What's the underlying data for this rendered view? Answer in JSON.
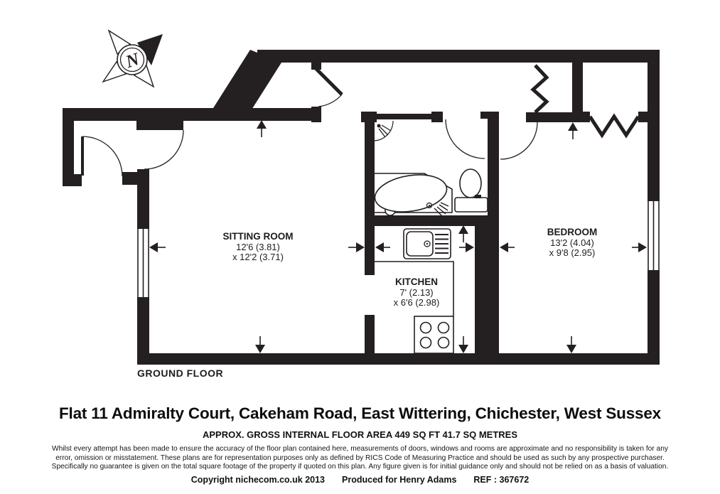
{
  "plan": {
    "compass_letter": "N",
    "floor_label": "GROUND FLOOR",
    "rooms": {
      "sitting_room": {
        "name": "SITTING ROOM",
        "dim1": "12'6 (3.81)",
        "dim2": "x 12'2 (3.71)"
      },
      "kitchen": {
        "name": "KITCHEN",
        "dim1": "7' (2.13)",
        "dim2": "x 6'6 (2.98)"
      },
      "bedroom": {
        "name": "BEDROOM",
        "dim1": "13'2 (4.04)",
        "dim2": "x 9'8 (2.95)"
      }
    }
  },
  "title": "Flat 11 Admiralty Court, Cakeham Road, East Wittering, Chichester, West Sussex",
  "area_line": "APPROX. GROSS INTERNAL FLOOR AREA 449 SQ FT 41.7 SQ METRES",
  "disclaimer": {
    "line1": "Whilst every attempt has been made to ensure the accuracy of the floor plan contained here, measurements of doors, windows and rooms are approximate and no responsibility is taken for any",
    "line2": "error, omission or misstatement. These plans are for representation purposes only as defined by RICS Code of Measuring Practice and should be used as such by any prospective purchaser.",
    "line3": "Specifically no guarantee is given on the total square footage of the property if quoted on this plan. Any figure given is for initial guidance only and should not be relied on as a basis of valuation."
  },
  "footer": {
    "copyright": "Copyright nichecom.co.uk 2013",
    "produced": "Produced for Henry Adams",
    "ref": "REF : 367672"
  },
  "colors": {
    "wall": "#241f21",
    "text": "#1d1d21",
    "background": "#ffffff"
  }
}
